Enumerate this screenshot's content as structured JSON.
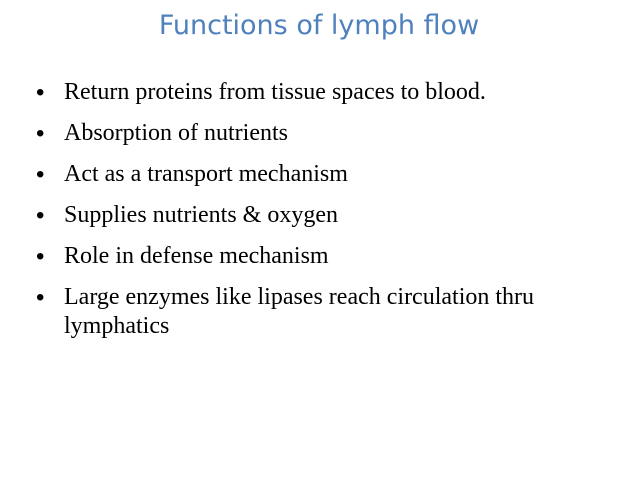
{
  "slide": {
    "title": "Functions of lymph flow",
    "bullet_symbol": "•",
    "bullets": [
      "Return proteins from tissue spaces to blood.",
      "Absorption of nutrients",
      "Act as a transport mechanism",
      "Supplies nutrients & oxygen",
      "Role in defense mechanism",
      "Large enzymes like lipases reach circulation thru lymphatics"
    ]
  },
  "colors": {
    "title": "#4f81bd",
    "text": "#000000",
    "background": "#ffffff"
  }
}
